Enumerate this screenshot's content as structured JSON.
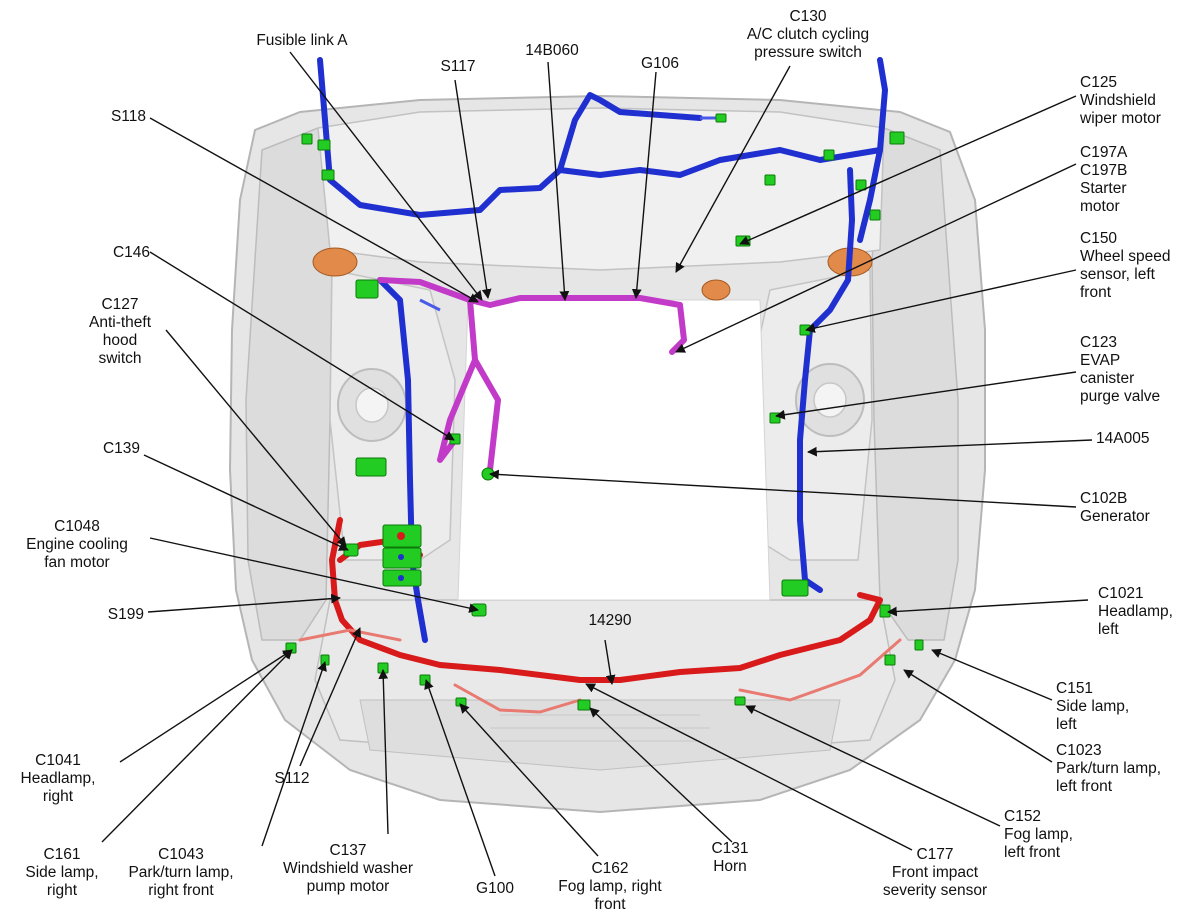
{
  "colors": {
    "harness_blue": "#1f2fd0",
    "harness_magenta": "#c23ac8",
    "harness_red": "#d81a1a",
    "harness_pink": "#e87a72",
    "connector_green": "#22cc22",
    "body_gray": "#e4e4e4",
    "body_outline": "#b8b8b8",
    "orange_grommet": "#e28a4a"
  },
  "labels": {
    "fusible_link_a": "Fusible link A",
    "s117": "S117",
    "h14b060": "14B060",
    "g106": "G106",
    "c130": "C130\nA/C clutch cycling\npressure switch",
    "c125": "C125\nWindshield\nwiper motor",
    "c197": "C197A\nC197B\nStarter\nmotor",
    "c150": "C150\nWheel speed\nsensor, left\nfront",
    "c123": "C123\nEVAP\ncanister\npurge valve",
    "h14a005": "14A005",
    "c102b": "C102B\nGenerator",
    "c1021": "C1021\nHeadlamp,\nleft",
    "c151": "C151\nSide lamp,\nleft",
    "c1023": "C1023\nPark/turn lamp,\nleft front",
    "c152": "C152\nFog lamp,\nleft front",
    "c177": "C177\nFront impact\nseverity sensor",
    "c131": "C131\nHorn",
    "c162": "C162\nFog lamp, right\nfront",
    "g100": "G100",
    "c137": "C137\nWindshield washer\npump motor",
    "c1043": "C1043\nPark/turn lamp,\nright front",
    "c161": "C161\nSide lamp,\nright",
    "s112": "S112",
    "c1041": "C1041\nHeadlamp,\nright",
    "s199": "S199",
    "c1048": "C1048\nEngine cooling\nfan motor",
    "c139": "C139",
    "c127": "C127\nAnti-theft\nhood\nswitch",
    "c146": "C146",
    "s118": "S118",
    "h14290": "14290"
  }
}
